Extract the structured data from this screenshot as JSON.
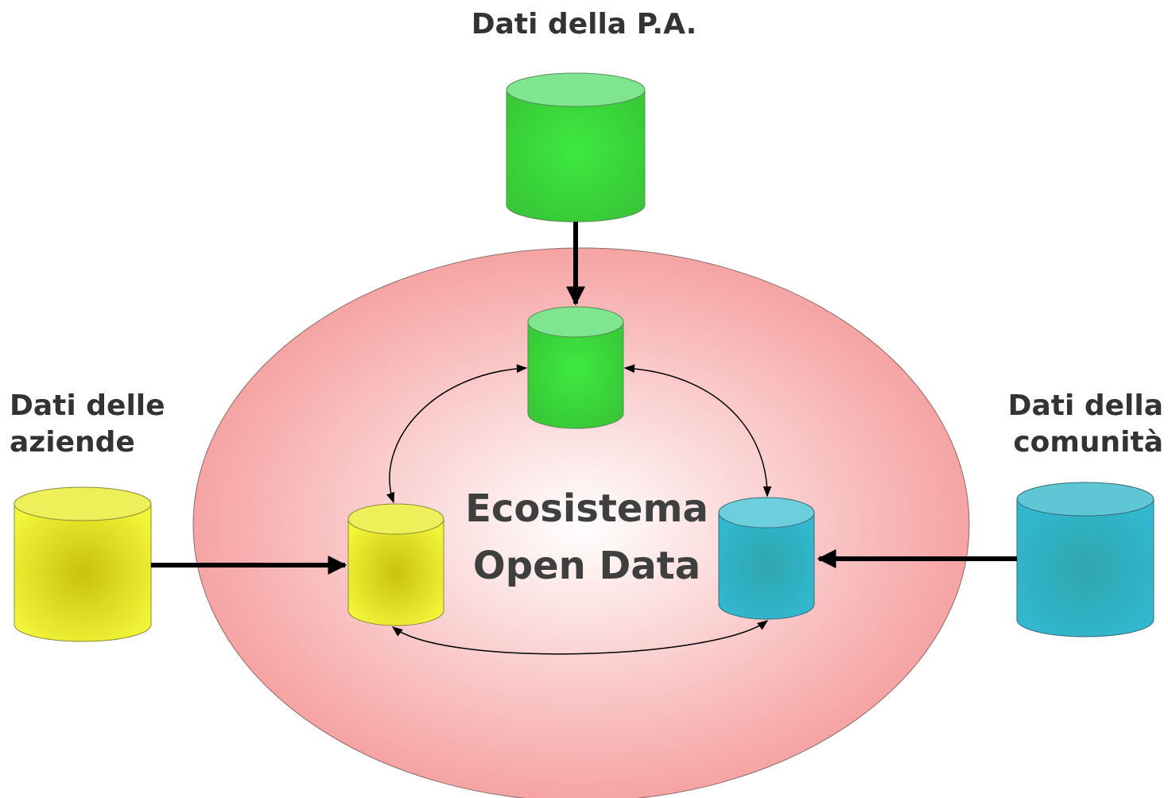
{
  "labels": {
    "pa": "Dati della P.A.",
    "aziende_line1": "Dati delle",
    "aziende_line2": "aziende",
    "comunita_line1": "Dati della",
    "comunita_line2": "comunità"
  },
  "center": {
    "line1": "Ecosistema",
    "line2": "Open Data"
  },
  "colors": {
    "ecosystem_outer": "#f5a0a0",
    "ecosystem_inner": "#ffffff",
    "green_db": "#3ddc3d",
    "yellow_db": "#e6ec1a",
    "blue_db": "#35b4c9",
    "arrow": "#000000"
  }
}
